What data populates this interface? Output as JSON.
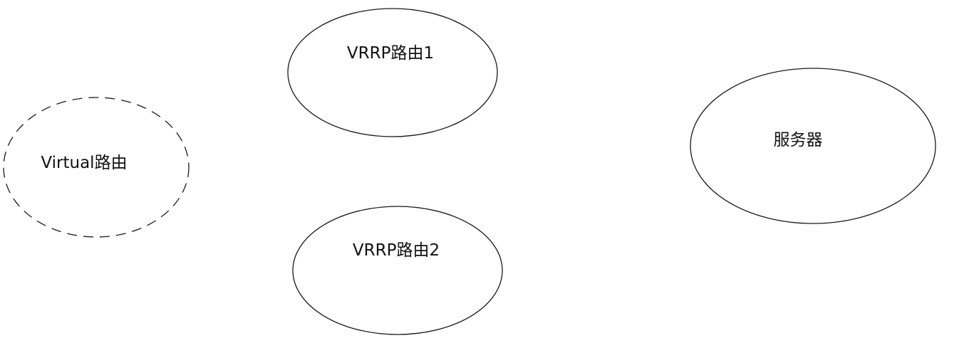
{
  "diagram": {
    "nodes": [
      {
        "id": "virtual",
        "label": "Virtual路由",
        "border": "dashed"
      },
      {
        "id": "vrrp1",
        "label": "VRRP路由1",
        "border": "solid"
      },
      {
        "id": "vrrp2",
        "label": "VRRP路由2",
        "border": "solid"
      },
      {
        "id": "server",
        "label": "服务器",
        "border": "solid"
      }
    ]
  }
}
